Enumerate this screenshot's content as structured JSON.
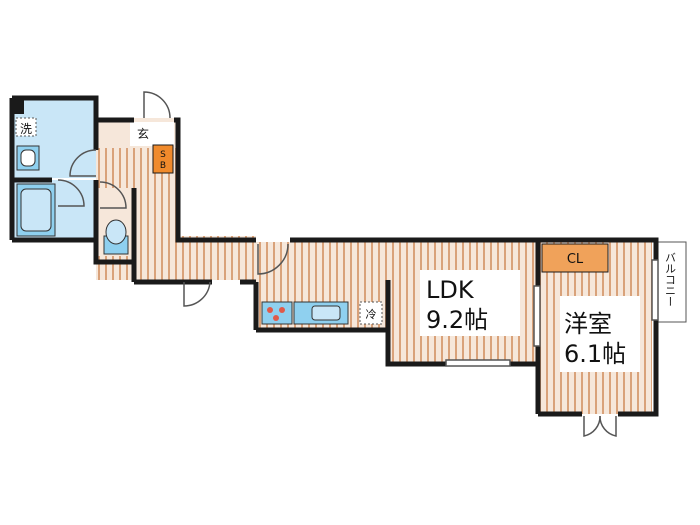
{
  "floorplan": {
    "rooms": {
      "ldk": {
        "name": "LDK",
        "size": "9.2帖"
      },
      "western": {
        "name": "洋室",
        "size": "6.1帖"
      }
    },
    "labels": {
      "entrance": "玄",
      "shoebox_s": "S",
      "shoebox_b": "B",
      "washer": "洗",
      "closet": "CL",
      "balcony": "バルコニー",
      "refrigerator": "冷"
    },
    "colors": {
      "wall": "#1a1a1a",
      "floor_stripe": "#d9a27a",
      "floor_base": "#f6e7da",
      "wet_area": "#c9e6f7",
      "fixture_blue": "#8fd0ef",
      "closet": "#f0a25a",
      "shoebox": "#f08a2c"
    }
  }
}
